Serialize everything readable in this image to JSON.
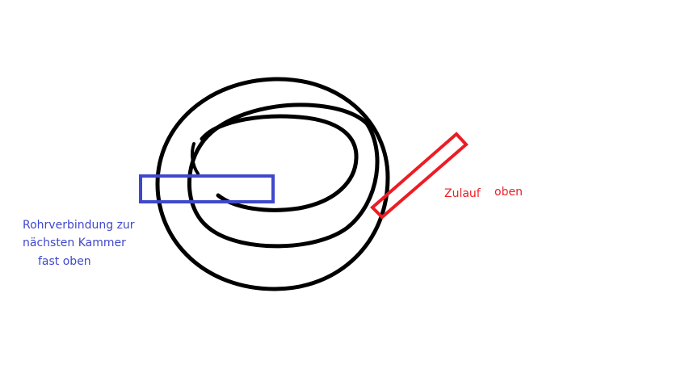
{
  "colors": {
    "background": "#ffffff",
    "outline": "#000000",
    "pipe_connection": "#3f48cc",
    "inlet": "#ed1c24"
  },
  "annotations": {
    "pipe_connection": {
      "line1": "Rohrverbindung zur",
      "line2": "nächsten Kammer",
      "line3": "fast oben"
    },
    "inlet": {
      "label": "Zulauf",
      "position": "oben"
    }
  }
}
